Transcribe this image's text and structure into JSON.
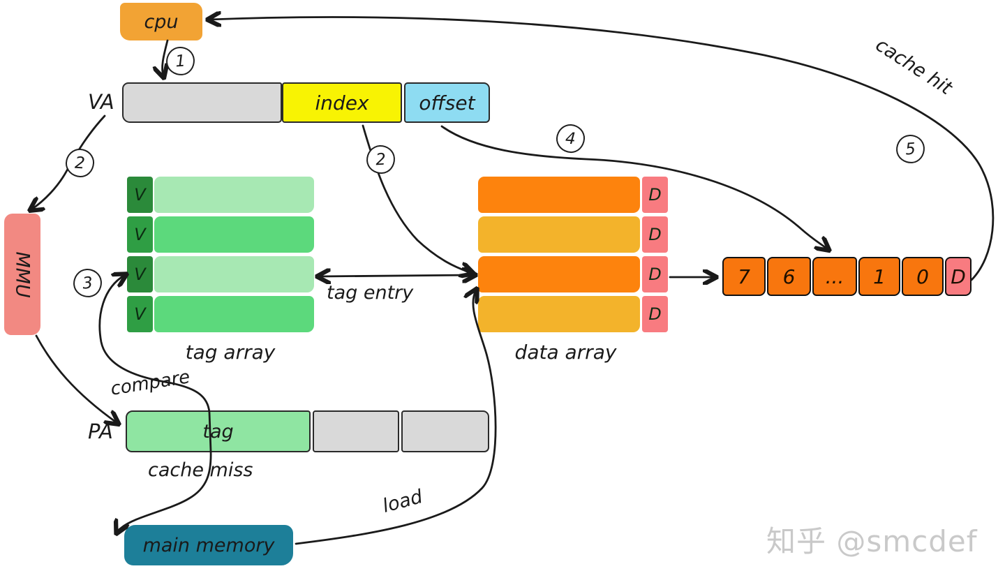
{
  "diagram": {
    "cpu_label": "cpu",
    "va": {
      "label": "VA",
      "index": "index",
      "offset": "offset"
    },
    "mmu_label": "MMU",
    "tag_array": {
      "label": "tag array",
      "valid_bit": "V",
      "rows": 4
    },
    "data_array": {
      "label": "data array",
      "dirty_bit": "D",
      "rows": 4
    },
    "tag_entry_label": "tag entry",
    "pa": {
      "label": "PA",
      "tag": "tag"
    },
    "compare_label": "compare",
    "cache_miss_label": "cache miss",
    "main_memory_label": "main memory",
    "load_label": "load",
    "cache_hit_label": "cache hit",
    "cache_line": {
      "cells": [
        "7",
        "6",
        "...",
        "1",
        "0"
      ],
      "dirty_bit": "D"
    },
    "steps": {
      "one": "1",
      "two_mmu": "2",
      "two_index": "2",
      "three": "3",
      "four": "4",
      "five": "5"
    },
    "watermark": "知乎 @smcdef"
  },
  "colors": {
    "cpu_orange": "#F2A334",
    "index_yellow": "#F8F303",
    "offset_cyan": "#8EDCF2",
    "mmu_pink": "#F28982",
    "tag_row_light_green": "#A7E8B3",
    "tag_row_medium_green": "#5CD97C",
    "valid_bit_dark_green": "#2B8A3A",
    "data_row_orange": "#FD830D",
    "data_row_amber": "#F3B32B",
    "dirty_bit_pink": "#F87B80",
    "pa_tag_green": "#8FE5A2",
    "address_gray": "#D9D9D9",
    "main_memory_teal": "#1D7F99",
    "cache_line_orange": "#F8760E",
    "ink": "#1A1A1A",
    "watermark_gray": "#C9C9C9"
  }
}
